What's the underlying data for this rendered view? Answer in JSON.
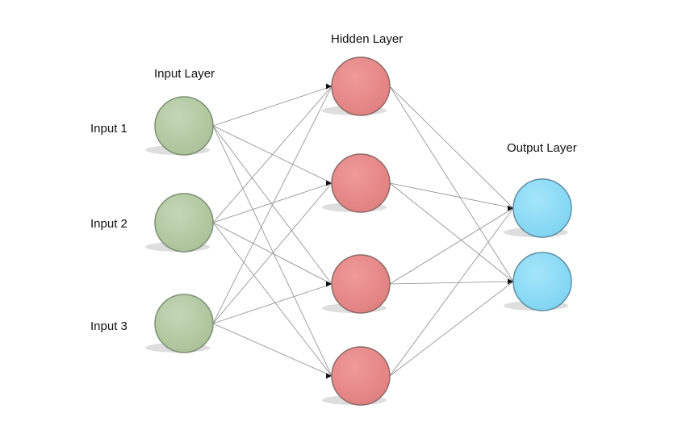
{
  "layers": {
    "input": {
      "title": "Input Layer",
      "node_count": 3
    },
    "hidden": {
      "title": "Hidden Layer",
      "node_count": 4
    },
    "output": {
      "title": "Output Layer",
      "node_count": 2
    }
  },
  "input_labels": [
    "Input 1",
    "Input 2",
    "Input 3"
  ],
  "connections": "fully-connected",
  "colors": {
    "input_node": "#b5cca5",
    "hidden_node": "#ea8a8a",
    "output_node": "#8fdcf7",
    "edge": "#8a8a8a",
    "text": "#111111"
  }
}
